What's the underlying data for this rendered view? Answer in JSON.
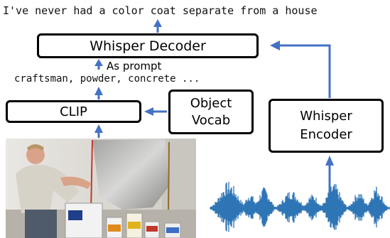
{
  "output_transcript": "I've never had a color coat separate from a house",
  "boxes": {
    "whisper_decoder": "Whisper Decoder",
    "clip": "CLIP",
    "object_vocab_line1": "Object",
    "object_vocab_line2": "Vocab",
    "whisper_encoder_line1": "Whisper",
    "whisper_encoder_line2": "Encoder"
  },
  "labels": {
    "as_prompt": "As prompt",
    "retrieved_objects": "craftsman, powder, concrete ..."
  },
  "colors": {
    "arrow": "#4472c4",
    "waveform": "#2e75b6"
  }
}
